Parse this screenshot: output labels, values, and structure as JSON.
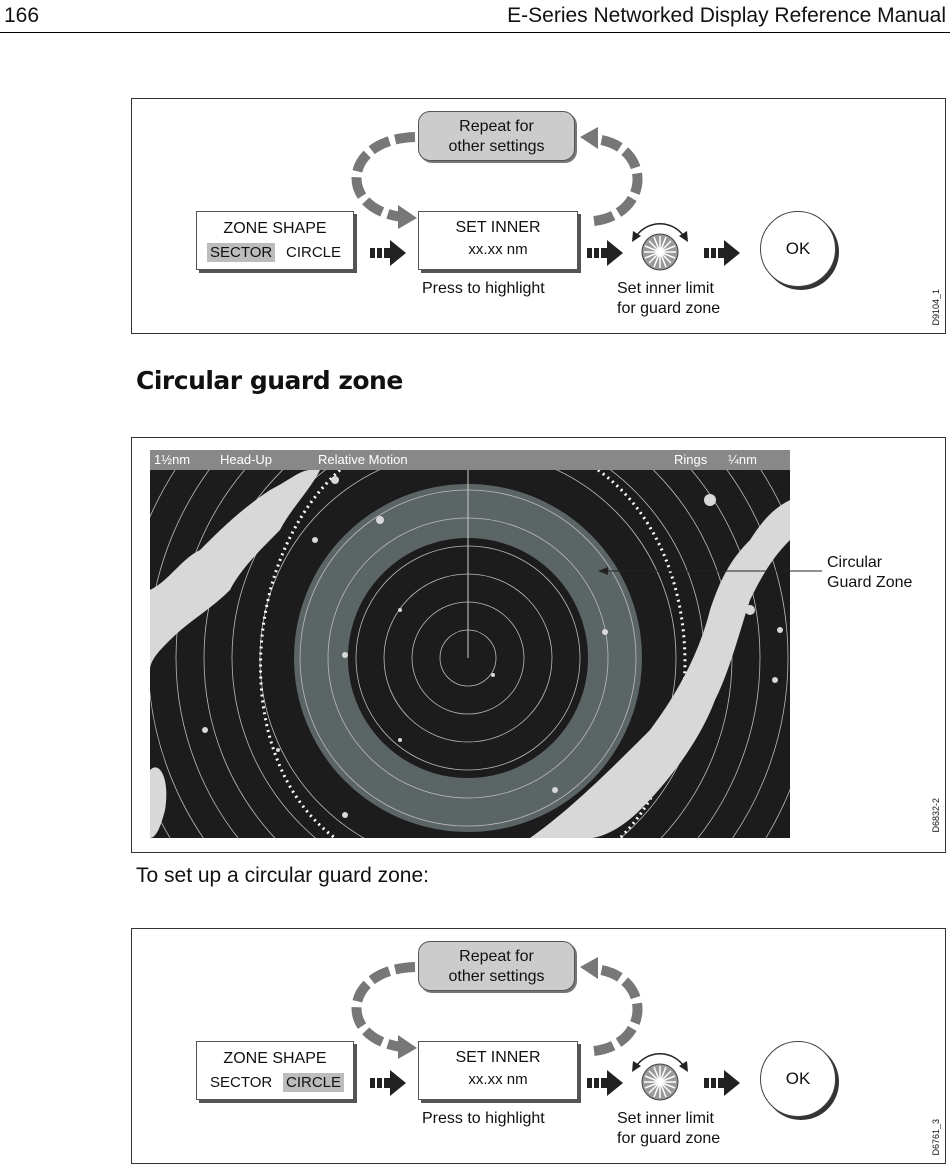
{
  "header": {
    "page_number": "166",
    "manual_title": "E-Series Networked Display Reference Manual"
  },
  "figure_1": {
    "repeat_line1": "Repeat for",
    "repeat_line2": "other settings",
    "zone_shape_title": "ZONE SHAPE",
    "option_sector": "SECTOR",
    "option_circle": "CIRCLE",
    "highlighted_option": "SECTOR",
    "set_inner_title": "SET INNER",
    "set_inner_value": "xx.xx nm",
    "ok_label": "OK",
    "caption_press": "Press to highlight",
    "caption_set_line1": "Set inner limit",
    "caption_set_line2": "for guard zone",
    "figure_code": "D9104_1"
  },
  "section_heading": "Circular guard zone",
  "figure_2": {
    "range": "1½nm",
    "orientation": "Head-Up",
    "motion_mode": "Relative Motion",
    "rings_label": "Rings",
    "rings_value": "¼nm",
    "callout_line1": "Circular",
    "callout_line2": "Guard Zone",
    "figure_code": "D6832-2"
  },
  "instruction": "To set up a circular guard zone:",
  "figure_3": {
    "repeat_line1": "Repeat for",
    "repeat_line2": "other settings",
    "zone_shape_title": "ZONE SHAPE",
    "option_sector": "SECTOR",
    "option_circle": "CIRCLE",
    "highlighted_option": "CIRCLE",
    "set_inner_title": "SET INNER",
    "set_inner_value": "xx.xx nm",
    "ok_label": "OK",
    "caption_press": "Press to highlight",
    "caption_set_line1": "Set inner limit",
    "caption_set_line2": "for guard zone",
    "figure_code": "D6761_3"
  },
  "colors": {
    "radar_background": "#1c1c1c",
    "guard_zone": "#5c6566",
    "land_echo": "#d8d8d8",
    "highlight": "#bcbcbc"
  }
}
